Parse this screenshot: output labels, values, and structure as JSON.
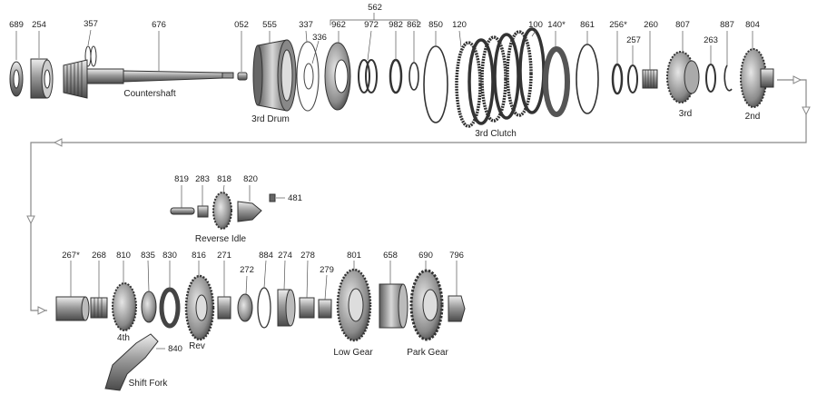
{
  "parts_row1": [
    {
      "id": "p689",
      "label": "689"
    },
    {
      "id": "p254",
      "label": "254"
    },
    {
      "id": "p357",
      "label": "357"
    },
    {
      "id": "p676",
      "label": "676"
    },
    {
      "id": "p052",
      "label": "052"
    },
    {
      "id": "p555",
      "label": "555"
    },
    {
      "id": "p337",
      "label": "337"
    },
    {
      "id": "p336",
      "label": "336"
    },
    {
      "id": "p562",
      "label": "562"
    },
    {
      "id": "p962",
      "label": "962"
    },
    {
      "id": "p972",
      "label": "972"
    },
    {
      "id": "p982",
      "label": "982"
    },
    {
      "id": "p862",
      "label": "862"
    },
    {
      "id": "p850",
      "label": "850"
    },
    {
      "id": "p120",
      "label": "120"
    },
    {
      "id": "p100",
      "label": "100"
    },
    {
      "id": "p140",
      "label": "140*"
    },
    {
      "id": "p861",
      "label": "861"
    },
    {
      "id": "p256",
      "label": "256*"
    },
    {
      "id": "p257",
      "label": "257"
    },
    {
      "id": "p260",
      "label": "260"
    },
    {
      "id": "p807",
      "label": "807"
    },
    {
      "id": "p263",
      "label": "263"
    },
    {
      "id": "p887",
      "label": "887"
    },
    {
      "id": "p804",
      "label": "804"
    }
  ],
  "parts_mid": [
    {
      "id": "p819",
      "label": "819"
    },
    {
      "id": "p283",
      "label": "283"
    },
    {
      "id": "p818",
      "label": "818"
    },
    {
      "id": "p820",
      "label": "820"
    },
    {
      "id": "p481",
      "label": "481"
    }
  ],
  "parts_row3": [
    {
      "id": "p267",
      "label": "267*"
    },
    {
      "id": "p268",
      "label": "268"
    },
    {
      "id": "p810",
      "label": "810"
    },
    {
      "id": "p835",
      "label": "835"
    },
    {
      "id": "p830",
      "label": "830"
    },
    {
      "id": "p816",
      "label": "816"
    },
    {
      "id": "p271",
      "label": "271"
    },
    {
      "id": "p272",
      "label": "272"
    },
    {
      "id": "p884",
      "label": "884"
    },
    {
      "id": "p274",
      "label": "274"
    },
    {
      "id": "p278",
      "label": "278"
    },
    {
      "id": "p279",
      "label": "279"
    },
    {
      "id": "p801",
      "label": "801"
    },
    {
      "id": "p658",
      "label": "658"
    },
    {
      "id": "p690",
      "label": "690"
    },
    {
      "id": "p796",
      "label": "796"
    },
    {
      "id": "p840",
      "label": "840"
    }
  ],
  "captions": {
    "countershaft": "Countershaft",
    "drum3": "3rd Drum",
    "clutch3": "3rd Clutch",
    "third": "3rd",
    "second": "2nd",
    "reverse_idle": "Reverse Idle",
    "fourth": "4th",
    "rev": "Rev",
    "low_gear": "Low Gear",
    "park_gear": "Park Gear",
    "shift_fork": "Shift Fork"
  }
}
